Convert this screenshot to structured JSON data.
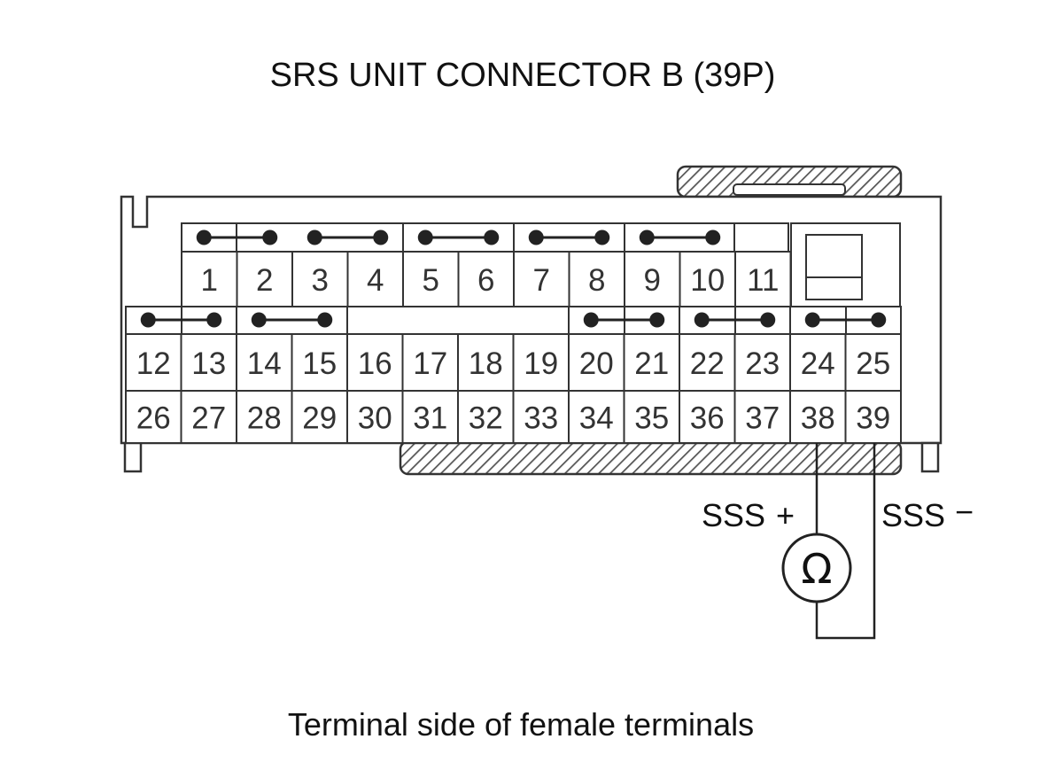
{
  "title": "SRS UNIT CONNECTOR B (39P)",
  "caption": "Terminal side of female terminals",
  "connector": {
    "row1": [
      "1",
      "2",
      "3",
      "4",
      "5",
      "6",
      "7",
      "8",
      "9",
      "10",
      "11"
    ],
    "row2": [
      "12",
      "13",
      "14",
      "15",
      "16",
      "17",
      "18",
      "19",
      "20",
      "21",
      "22",
      "23",
      "24",
      "25"
    ],
    "row3": [
      "26",
      "27",
      "28",
      "29",
      "30",
      "31",
      "32",
      "33",
      "34",
      "35",
      "36",
      "37",
      "38",
      "39"
    ]
  },
  "probes": {
    "positive_label": "SSS",
    "positive_sign": "+",
    "positive_terminal": "38",
    "negative_label": "SSS",
    "negative_sign": "−",
    "negative_terminal": "39"
  },
  "meter_symbol": "Ω",
  "colors": {
    "line": "#333333",
    "text": "#111111",
    "hatch": "#555555"
  }
}
